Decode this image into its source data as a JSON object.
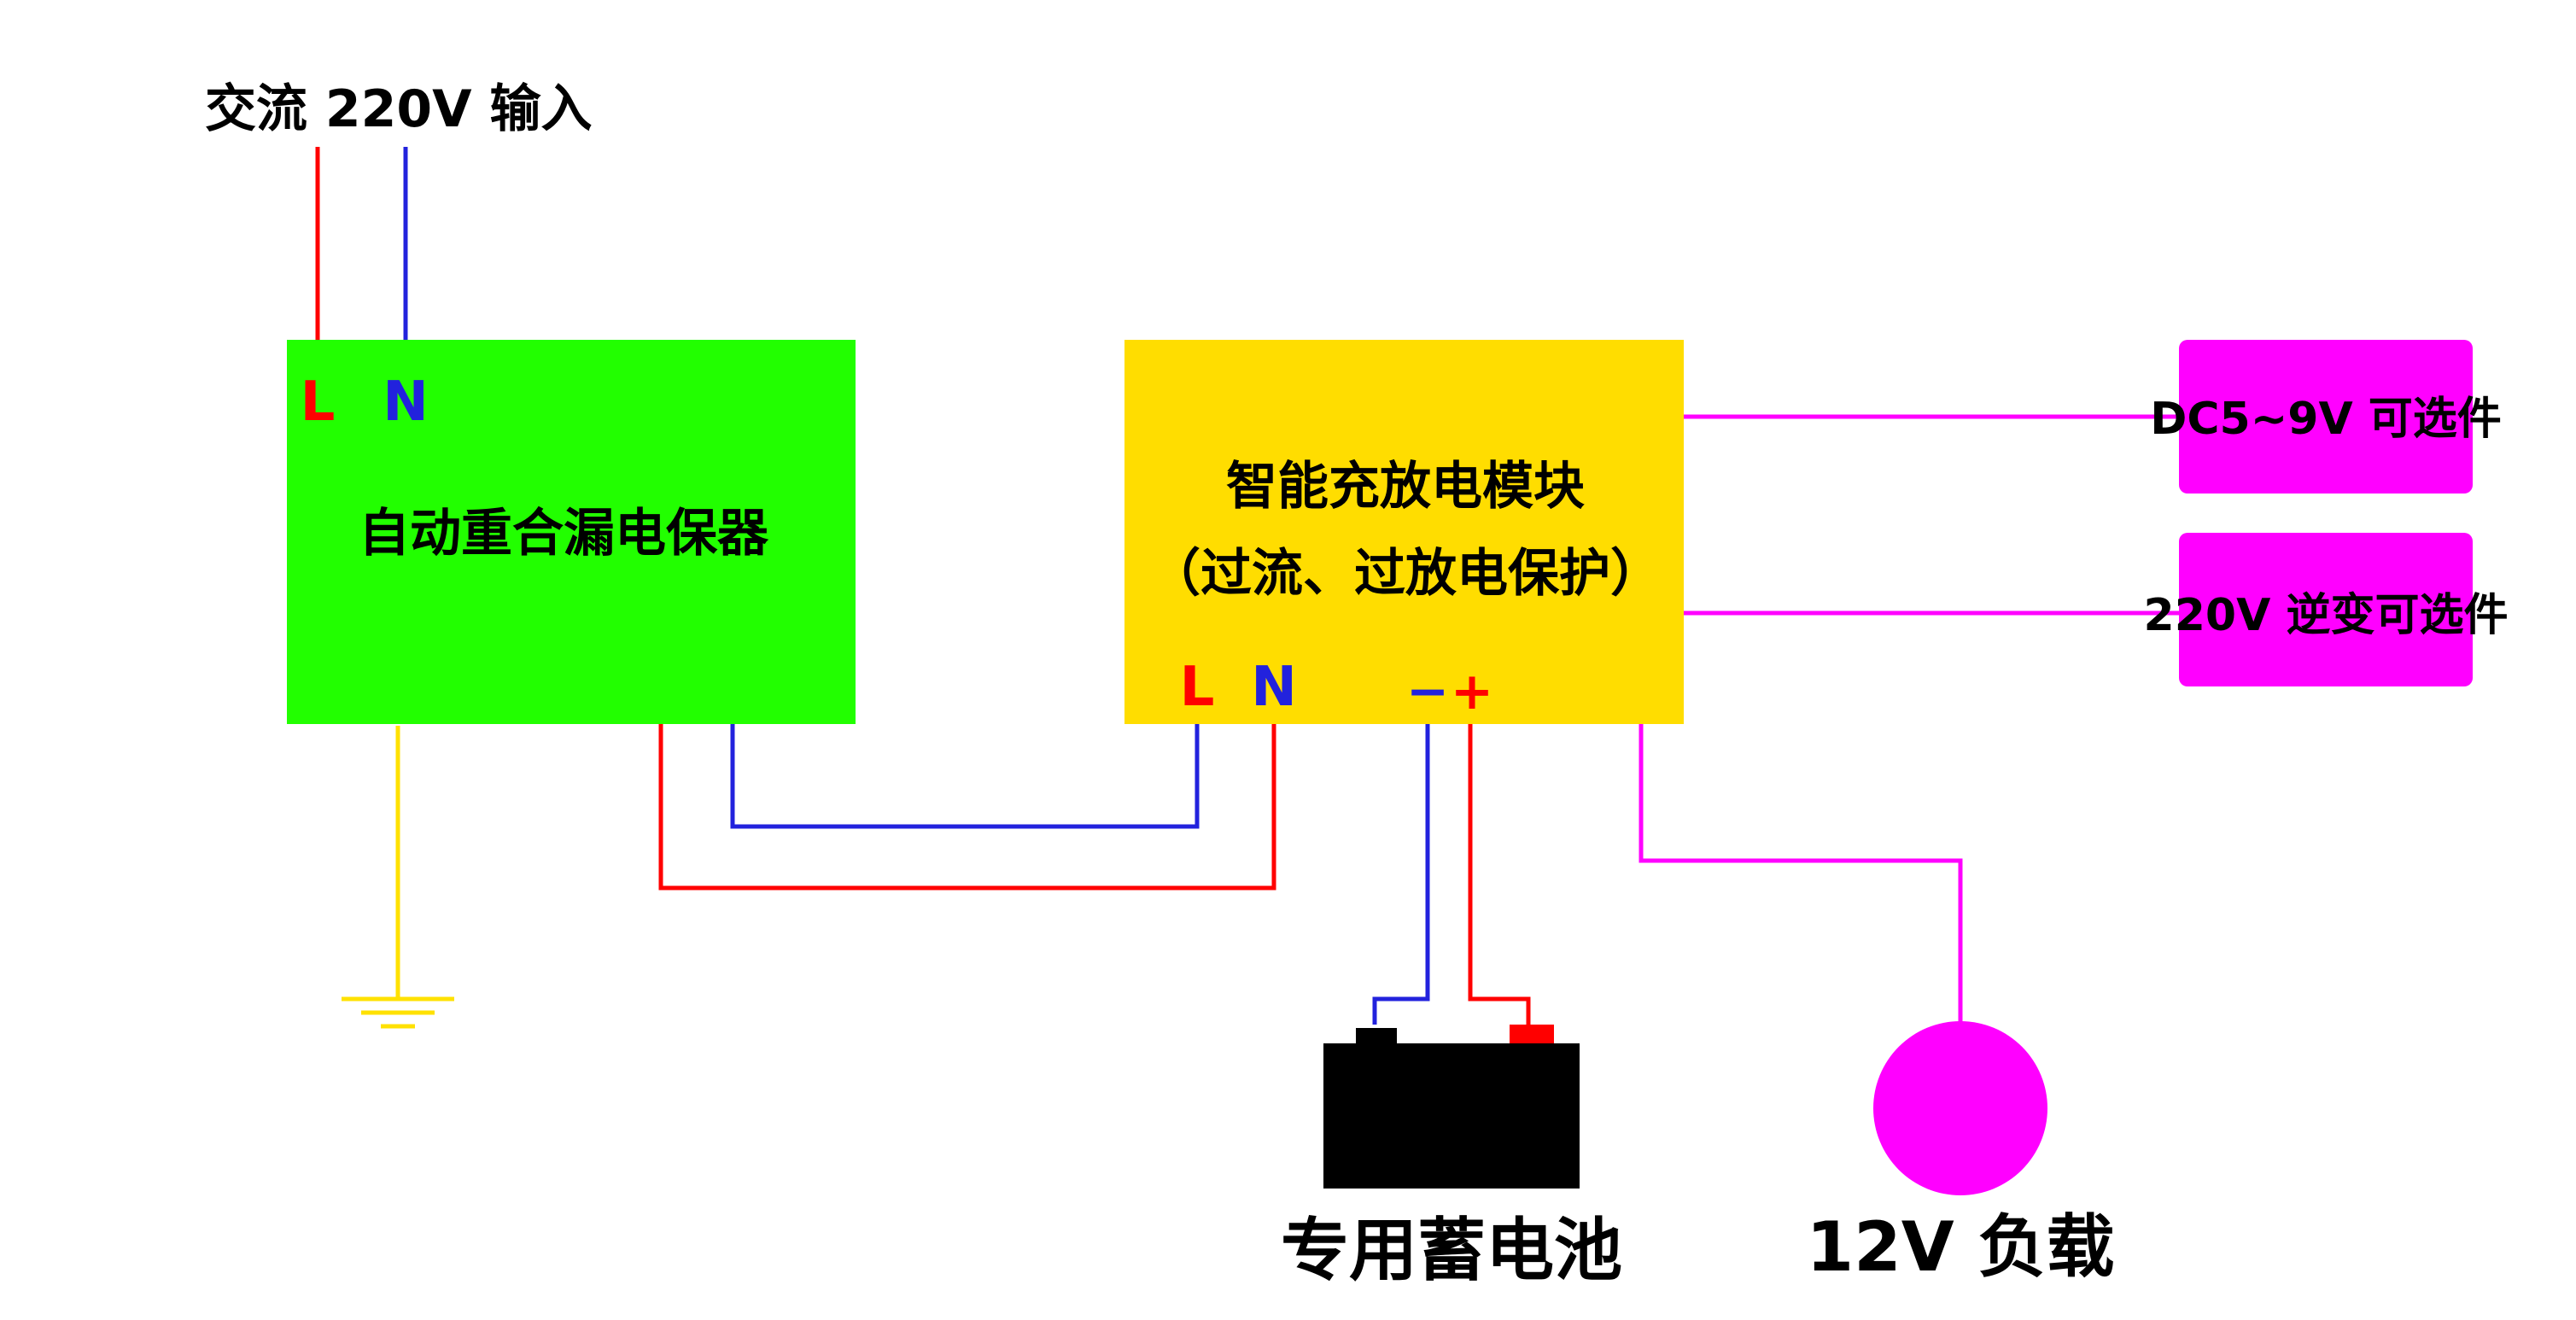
{
  "colors": {
    "line_hot": "#ff0000",
    "line_neutral": "#2222dd",
    "ground": "#ffe100",
    "magenta": "#ff00ff",
    "breaker_fill": "#22ff00",
    "module_fill": "#ffdd00",
    "battery_fill": "#000000",
    "terminal_red": "#ff0000"
  },
  "ac_input": {
    "label": "交流 220V 输入"
  },
  "breaker": {
    "label": "自动重合漏电保器",
    "terminal_l": "L",
    "terminal_n": "N"
  },
  "module": {
    "title_line1": "智能充放电模块",
    "title_line2": "（过流、过放电保护）",
    "terminal_l": "L",
    "terminal_n": "N",
    "terminal_minus": "−",
    "terminal_plus": "+"
  },
  "options": [
    {
      "label": "DC5~9V 可选件"
    },
    {
      "label": "220V 逆变可选件"
    }
  ],
  "battery": {
    "label": "专用蓄电池"
  },
  "load": {
    "label": "12V 负载"
  },
  "icons": {
    "ground": "ground-symbol-icon",
    "battery": "battery-icon",
    "load": "load-circle-icon"
  }
}
